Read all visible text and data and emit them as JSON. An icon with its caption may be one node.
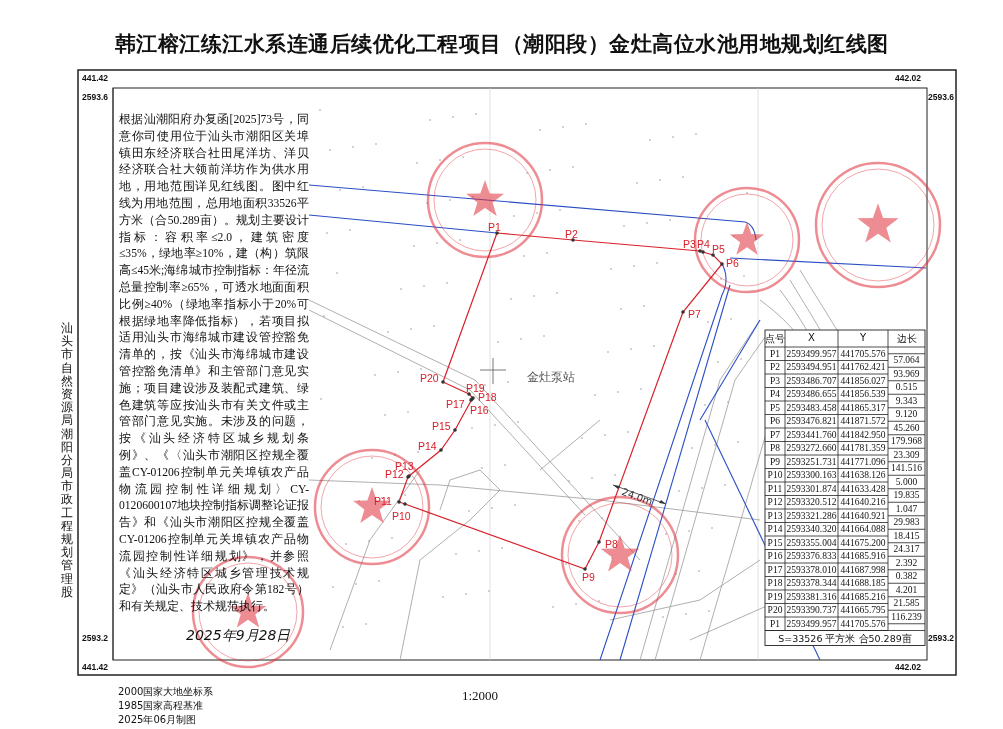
{
  "diagram": {
    "title": "韩江榕江练江水系连通后续优化工程项目（潮阳段）金灶高位水池用地规划红线图",
    "labels": [
      "441.42",
      "442.02",
      "2593.6",
      "2593.6",
      "根据汕潮阳府办复函[2025]73号，同意你司使用位于汕头市潮阳区关埠镇田东经济联合社田尾洋坊、洋贝经济联合社大领前洋坊作为供水用地，用地范围详见红线图。图中红线为用地范围，总用地面积33526平方米（合50.289亩）。规划主要设计指标：容积率≤2.0，建筑密度≤35%，绿地率≥10%，建（构）筑限高≤45米;海绵城市控制指标：年径流总量控制率≥65%，可透水地面面积比例≥40%（绿地率指标小于20%可根据绿地率降低指标），若项目拟适用汕头市海绵城市建设管控豁免清单的，按《汕头市海绵城市建设管控豁免清单》和主管部门意见实施；项目建设涉及装配式建筑、绿色建筑等应按汕头市有关文件或主管部门意见实施。未涉及的问题，按《汕头经济特区城乡规划条例》、《〈汕头市潮阳区控规全覆盖CY-01206控制单元关埠镇农产品物流园控制性详细规划〉CY-0120600107地块控制指标调整论证报告》和《汕头市潮阳区控规全覆盖CY-01206控制单元关埠镇农产品物流园控制性详细规划》，并参照《汕头经济特区城乡管理技术规定》（汕头市人民政府令第182号）和有关规定、技术规范执行。",
      "P1",
      "P2",
      "P3",
      "P4",
      "P5",
      "P6",
      "P7",
      "P8",
      "P9",
      "P10",
      "P11",
      "P12",
      "P13",
      "P14",
      "P15",
      "P16",
      "P17",
      "P18",
      "P19",
      "P20",
      "金灶泵站",
      "24.0m",
      "点号",
      "X",
      "Y",
      "边长",
      "P1",
      "2593499.957",
      "441705.576",
      "57.064",
      "P2",
      "2593494.951",
      "441762.421",
      "93.969",
      "P3",
      "2593486.707",
      "441856.027",
      "0.515",
      "P4",
      "2593486.655",
      "441856.539",
      "9.343",
      "P5",
      "2593483.458",
      "441865.317",
      "9.120",
      "P6",
      "2593476.821",
      "441871.572",
      "45.260",
      "P7",
      "2593441.760",
      "441842.950",
      "179.968",
      "P8",
      "2593272.660",
      "441781.359",
      "23.309",
      "P9",
      "2593251.731",
      "441771.096",
      "141.516",
      "P10",
      "2593300.163",
      "441638.126",
      "5.000",
      "P11",
      "2593301.874",
      "441633.428",
      "19.835",
      "P12",
      "2593320.512",
      "441640.216",
      "1.047",
      "P13",
      "2593321.286",
      "441640.921",
      "29.983",
      "P14",
      "2593340.320",
      "441664.088",
      "18.415",
      "P15",
      "2593355.004",
      "441675.200",
      "24.317",
      "P16",
      "2593376.833",
      "441685.916",
      "2.392",
      "P17",
      "2593378.010",
      "441687.998",
      "0.382",
      "P18",
      "2593378.344",
      "441688.185",
      "4.201",
      "P19",
      "2593381.316",
      "441685.216",
      "21.585",
      "P20",
      "2593390.737",
      "441665.795",
      "116.239",
      "P1",
      "2593499.957",
      "441705.576",
      "S=33526 平方米 合50.289亩",
      "2593.2",
      "2593.2",
      "2025年9月28日",
      "441.42",
      "442.02",
      "汕头市自然资源局潮阳分局市政工程规划管理股",
      "2000国家大地坐标系",
      "1985国家高程基准",
      "2025年06月制图",
      "1:2000"
    ]
  }
}
